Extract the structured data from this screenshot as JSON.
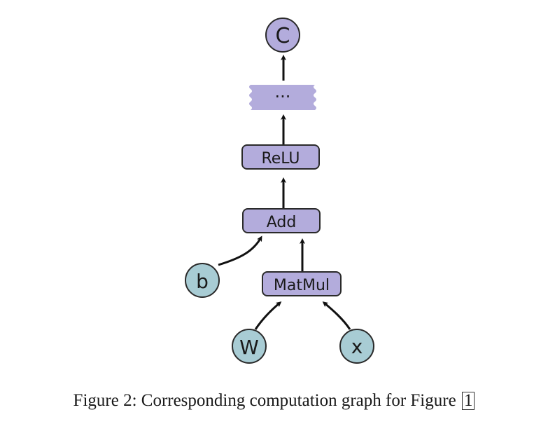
{
  "nodes": {
    "c": "C",
    "ellipsis": "···",
    "relu": "ReLU",
    "add": "Add",
    "b": "b",
    "matmul": "MatMul",
    "w": "W",
    "x": "x"
  },
  "colors": {
    "op_fill": "#b3acdc",
    "var_fill": "#a8ccd4",
    "stroke": "#2a2a2a"
  },
  "caption": {
    "text": "Figure 2: Corresponding computation graph for Figure",
    "ref": "1"
  }
}
